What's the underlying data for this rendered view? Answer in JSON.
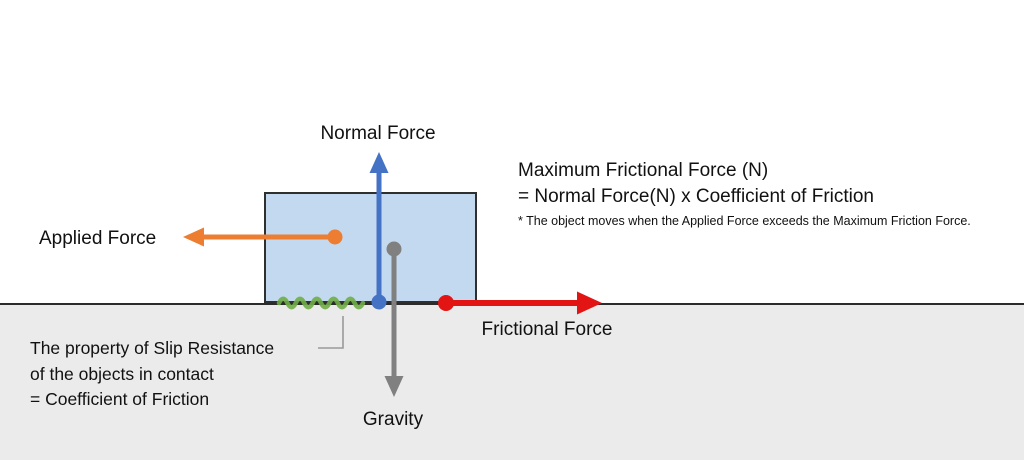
{
  "diagram": {
    "labels": {
      "normal_force": "Normal Force",
      "applied_force": "Applied Force",
      "frictional_force": "Frictional Force",
      "gravity": "Gravity"
    },
    "formula": {
      "line1": "Maximum Frictional Force (N)",
      "line2": "= Normal Force(N) x Coefficient of Friction",
      "note": "* The object moves when the Applied Force exceeds the Maximum Friction Force."
    },
    "slip_note": {
      "line1": "The property of Slip Resistance",
      "line2": "of the objects in contact",
      "line3": "= Coefficient of Friction"
    },
    "colors": {
      "normal_force": "#4472c4",
      "applied_force": "#ed7d31",
      "frictional_force": "#e21414",
      "gravity": "#808080",
      "slip_squiggle": "#70ad47",
      "object_fill": "#c3d9ef",
      "object_border": "#2f2f2f",
      "ground_fill": "#ebebeb",
      "ground_line": "#2b2b2b",
      "connector": "#9a9a9a"
    }
  }
}
